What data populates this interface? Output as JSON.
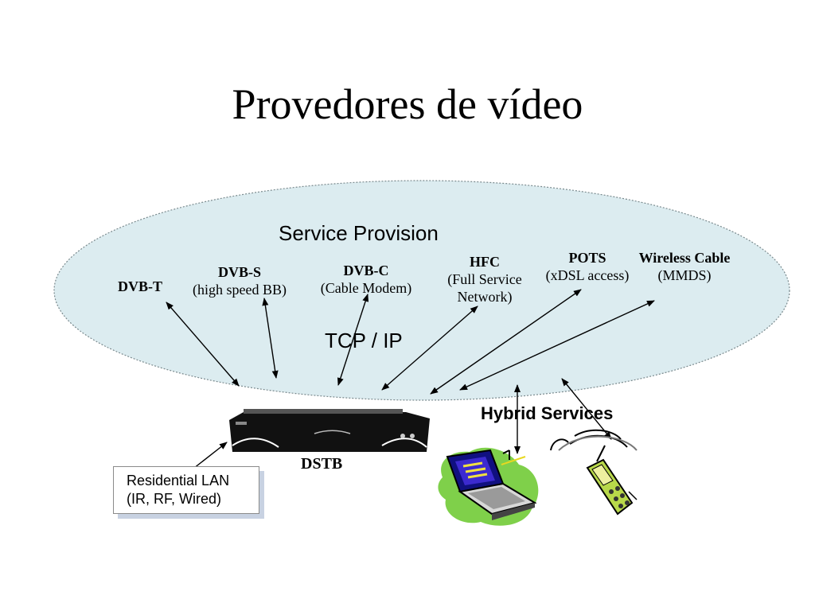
{
  "slide": {
    "title": "Provedores de vídeo"
  },
  "cloud": {
    "label": "Service  Provision",
    "protocol": "TCP / IP",
    "fill_color": "#dcecf0"
  },
  "networks": [
    {
      "name": "DVB-T",
      "detail": ""
    },
    {
      "name": "DVB-S",
      "detail": "(high speed BB)"
    },
    {
      "name": "DVB-C",
      "detail": "(Cable Modem)"
    },
    {
      "name": "HFC",
      "detail": "(Full Service",
      "detail2": "Network)"
    },
    {
      "name": "POTS",
      "detail": "(xDSL access)"
    },
    {
      "name": "Wireless Cable",
      "detail": "(MMDS)"
    }
  ],
  "devices": {
    "dstb_label": "DSTB",
    "hybrid_label": "Hybrid  Services",
    "laptop_icon": "laptop-icon",
    "phone_icon": "mobile-phone-icon",
    "settop_icon": "set-top-box-icon"
  },
  "lan": {
    "line1": "Residential LAN",
    "line2": "(IR, RF,  Wired)"
  }
}
